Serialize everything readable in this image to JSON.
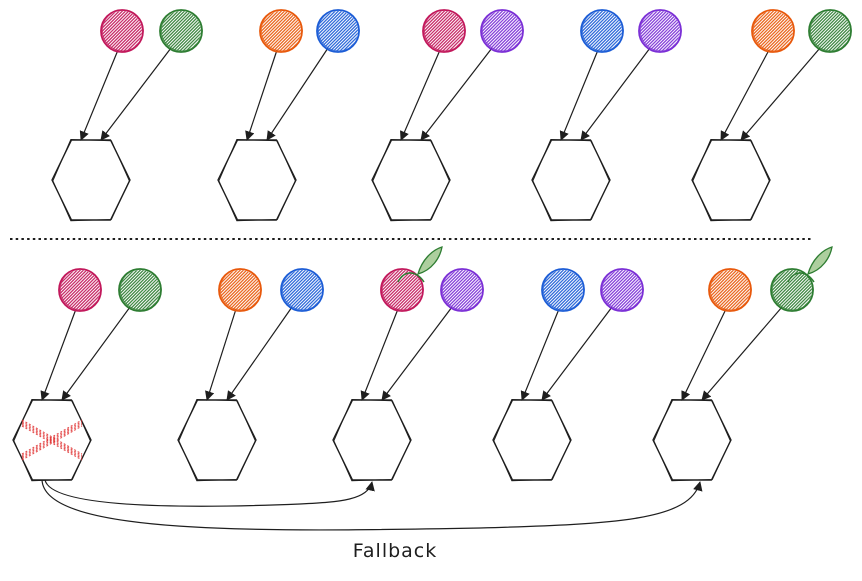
{
  "colors": {
    "stroke": "#1e1e1e",
    "pink": "#c2185b",
    "green": "#2e7d32",
    "orange": "#e8590c",
    "blue": "#1c5dd6",
    "purple": "#7b2fd6",
    "leaf": "#6aa84f",
    "cross": "#e03131"
  },
  "icons": {
    "node": "hexagon",
    "pod": "hatched-circle",
    "failed": "cross-mark",
    "selected": "leaf"
  },
  "top_row": {
    "groups": [
      {
        "pods": [
          "pink",
          "green"
        ]
      },
      {
        "pods": [
          "orange",
          "blue"
        ]
      },
      {
        "pods": [
          "pink",
          "purple"
        ]
      },
      {
        "pods": [
          "blue",
          "purple"
        ]
      },
      {
        "pods": [
          "orange",
          "green"
        ]
      }
    ]
  },
  "bottom_row": {
    "groups": [
      {
        "pods": [
          "pink",
          "green"
        ],
        "node_state": "failed"
      },
      {
        "pods": [
          "orange",
          "blue"
        ],
        "node_state": "ok"
      },
      {
        "pods": [
          "pink",
          "purple"
        ],
        "node_state": "ok",
        "leaf_on": "pink"
      },
      {
        "pods": [
          "blue",
          "purple"
        ],
        "node_state": "ok"
      },
      {
        "pods": [
          "orange",
          "green"
        ],
        "node_state": "ok",
        "leaf_on": "green"
      }
    ],
    "fallback_label": "Fallback"
  }
}
